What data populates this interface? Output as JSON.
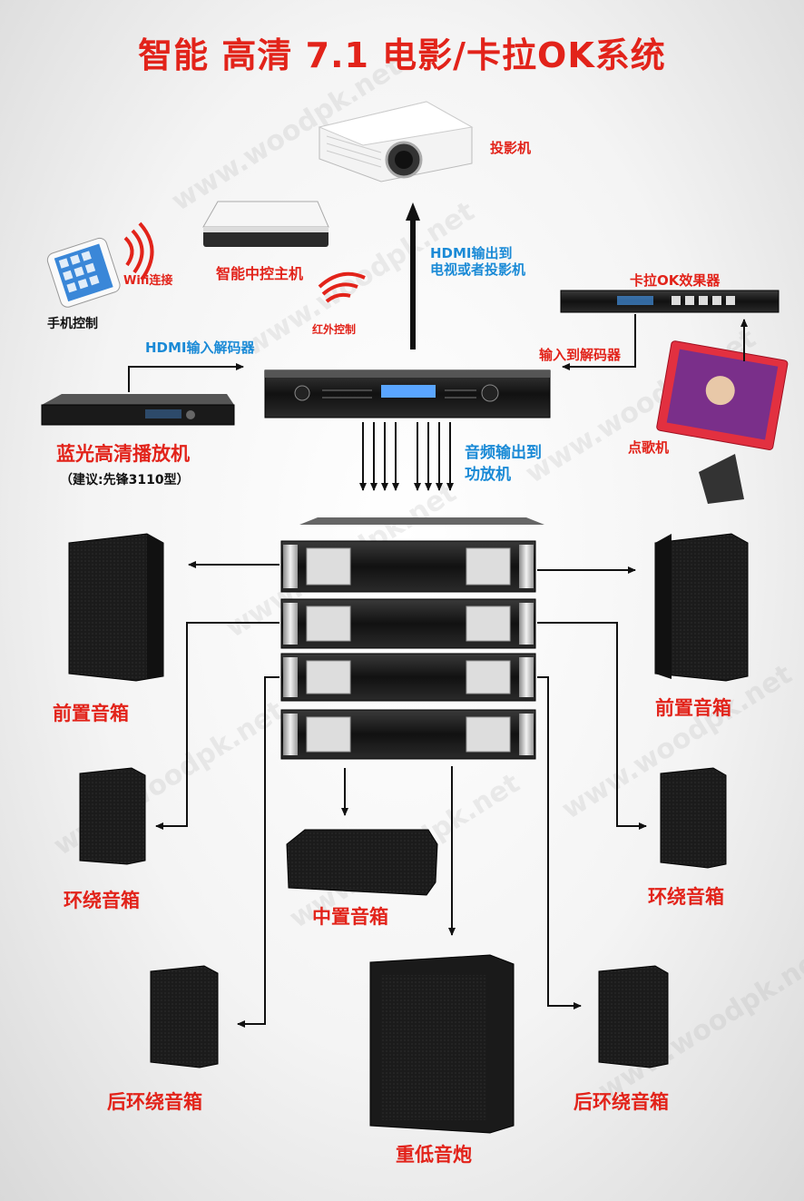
{
  "title": "智能 高清 7.1 电影/卡拉OK系统",
  "watermark": "www.woodpk.net",
  "labels": {
    "projector": "投影机",
    "smart_host": "智能中控主机",
    "wifi": "Wifi连接",
    "phone": "手机控制",
    "infrared": "红外控制",
    "hdmi_out_line1": "HDMI输出到",
    "hdmi_out_line2": "电视或者投影机",
    "hdmi_in": "HDMI输入解码器",
    "karaoke_fx": "卡拉OK效果器",
    "input_decoder": "输入到解码器",
    "bluray": "蓝光高清播放机",
    "bluray_suggest": "（建议:先锋3110型）",
    "audio_out_line1": "音频输出到",
    "audio_out_line2": "功放机",
    "song_machine": "点歌机",
    "front_left": "前置音箱",
    "front_right": "前置音箱",
    "surround_left": "环绕音箱",
    "surround_right": "环绕音箱",
    "center": "中置音箱",
    "rear_left": "后环绕音箱",
    "rear_right": "后环绕音箱",
    "subwoofer": "重低音炮"
  },
  "colors": {
    "title_red": "#e2231a",
    "label_blue": "#1a8ad6",
    "arrow": "#111111"
  }
}
